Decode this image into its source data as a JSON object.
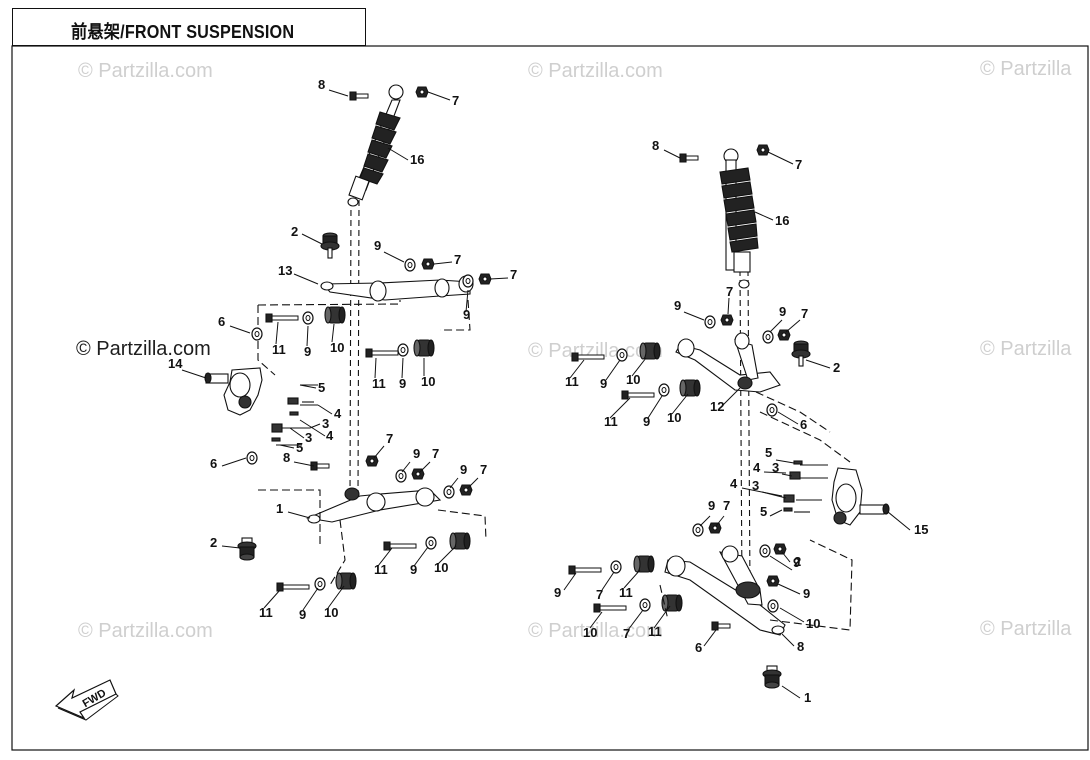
{
  "header": {
    "title": "前悬架/FRONT SUSPENSION"
  },
  "watermarks": {
    "light": [
      "© Partzilla.com",
      "© Partzilla.com",
      "© Partzilla",
      "© Partzilla.com",
      "© Partzilla",
      "© Partzilla.com",
      "© Partzilla.com",
      "© Partzilla"
    ],
    "dark": "© Partzilla.com"
  },
  "fwd_label": "FWD",
  "callouts": {
    "left": [
      "8",
      "7",
      "16",
      "2",
      "9",
      "7",
      "13",
      "7",
      "9",
      "6",
      "11",
      "9",
      "10",
      "11",
      "9",
      "10",
      "14",
      "5",
      "4",
      "3",
      "3",
      "4",
      "5",
      "6",
      "8",
      "7",
      "9",
      "7",
      "9",
      "7",
      "1",
      "2",
      "11",
      "9",
      "10",
      "11",
      "9",
      "10"
    ],
    "right": [
      "8",
      "7",
      "16",
      "9",
      "7",
      "9",
      "7",
      "2",
      "11",
      "9",
      "10",
      "11",
      "9",
      "10",
      "12",
      "6",
      "5",
      "4",
      "3",
      "4",
      "3",
      "5",
      "15",
      "9",
      "7",
      "9",
      "7",
      "11",
      "9",
      "10",
      "7",
      "11",
      "9",
      "10",
      "6",
      "8",
      "1",
      "2"
    ]
  },
  "colors": {
    "line": "#111111",
    "watermark": "#cfcfcf",
    "background": "#ffffff"
  }
}
